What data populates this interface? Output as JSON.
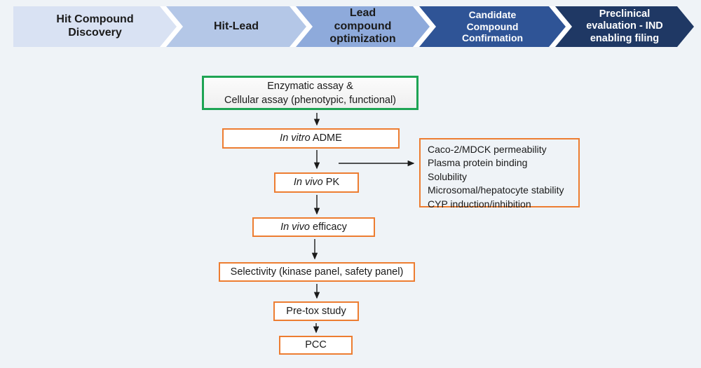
{
  "page": {
    "background_color": "#EFF3F7"
  },
  "stages": [
    {
      "label": "Hit Compound Discovery",
      "color": "#D9E2F3",
      "text_color": "#1a1a1a"
    },
    {
      "label": "Hit-Lead",
      "color": "#B4C7E7",
      "text_color": "#1a1a1a"
    },
    {
      "label": "Lead compound optimization",
      "color": "#8EAADB",
      "text_color": "#1a1a1a"
    },
    {
      "label": "Candidate Compound Confirmation",
      "color": "#2F5496",
      "text_color": "#ffffff"
    },
    {
      "label": "Preclinical evaluation - IND enabling filing",
      "color": "#1F3864",
      "text_color": "#ffffff"
    }
  ],
  "flowchart": {
    "accent_green": "#1EA454",
    "accent_orange": "#ED7D31",
    "arrow_color": "#1a1a1a",
    "assay_box": {
      "line1": "Enzymatic assay &",
      "line2": "Cellular assay (phenotypic, functional)"
    },
    "adme_box": {
      "italic": "In vitro",
      "rest": " ADME"
    },
    "pk_box": {
      "italic": "In vivo",
      "rest": " PK"
    },
    "efficacy_box": {
      "italic": "In vivo",
      "rest": " efficacy"
    },
    "selectivity_box": {
      "italic": "",
      "rest": "Selectivity (kinase panel, safety panel)"
    },
    "pretox_box": {
      "italic": "",
      "rest": "Pre-tox study"
    },
    "pcc_box": {
      "italic": "",
      "rest": "PCC"
    },
    "side_box": {
      "lines": [
        "Caco-2/MDCK permeability",
        "Plasma protein binding",
        "Solubility",
        "Microsomal/hepatocyte stability",
        "CYP induction/inhibition"
      ]
    }
  }
}
